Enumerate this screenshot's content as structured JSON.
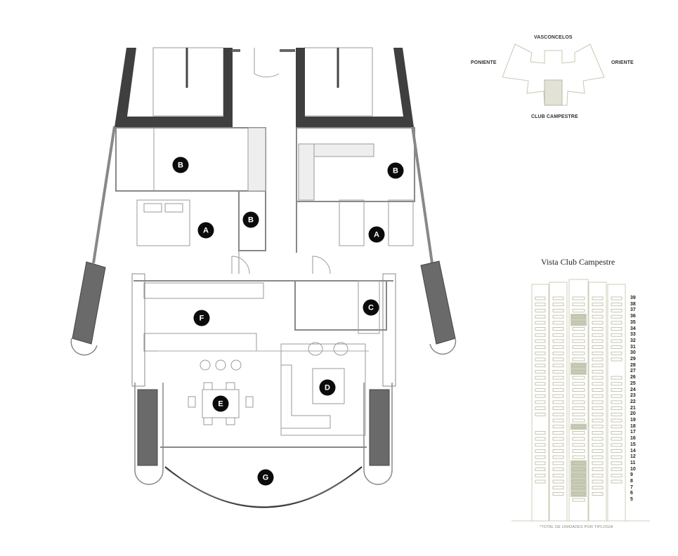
{
  "plan": {
    "room_labels": [
      {
        "id": "b-left",
        "label": "B"
      },
      {
        "id": "a-left",
        "label": "A"
      },
      {
        "id": "b-left-bath",
        "label": "B"
      },
      {
        "id": "b-right",
        "label": "B"
      },
      {
        "id": "a-right",
        "label": "A"
      },
      {
        "id": "c",
        "label": "C"
      },
      {
        "id": "f",
        "label": "F"
      },
      {
        "id": "d",
        "label": "D"
      },
      {
        "id": "e",
        "label": "E"
      },
      {
        "id": "g",
        "label": "G"
      }
    ]
  },
  "key_plan": {
    "north": "VASCONCELOS",
    "west": "PONIENTE",
    "east": "ORIENTE",
    "south": "CLUB CAMPESTRE"
  },
  "tower": {
    "title": "Vista Club Campestre",
    "footnote": "*TOTAL DE UNIDADES POR TIPLOGÍA",
    "highlight_color": "#c9cdb8",
    "floors": [
      "39",
      "38",
      "37",
      "36",
      "35",
      "34",
      "33",
      "32",
      "31",
      "30",
      "29",
      "28",
      "27",
      "26",
      "25",
      "24",
      "23",
      "22",
      "21",
      "20",
      "19",
      "18",
      "17",
      "16",
      "15",
      "14",
      "12",
      "11",
      "10",
      "9",
      "8",
      "7",
      "6",
      "5"
    ],
    "columns": [
      {
        "missing": [
          "19",
          "18",
          "7",
          "6",
          "5"
        ],
        "highlighted": []
      },
      {
        "missing": [
          "5"
        ],
        "highlighted": []
      },
      {
        "missing": [],
        "highlighted": [
          "36",
          "35",
          "28",
          "27",
          "18",
          "11",
          "10",
          "9",
          "8",
          "7",
          "6"
        ]
      },
      {
        "missing": [
          "5"
        ],
        "highlighted": []
      },
      {
        "missing": [
          "28",
          "27",
          "7",
          "6",
          "5"
        ],
        "highlighted": []
      }
    ]
  }
}
